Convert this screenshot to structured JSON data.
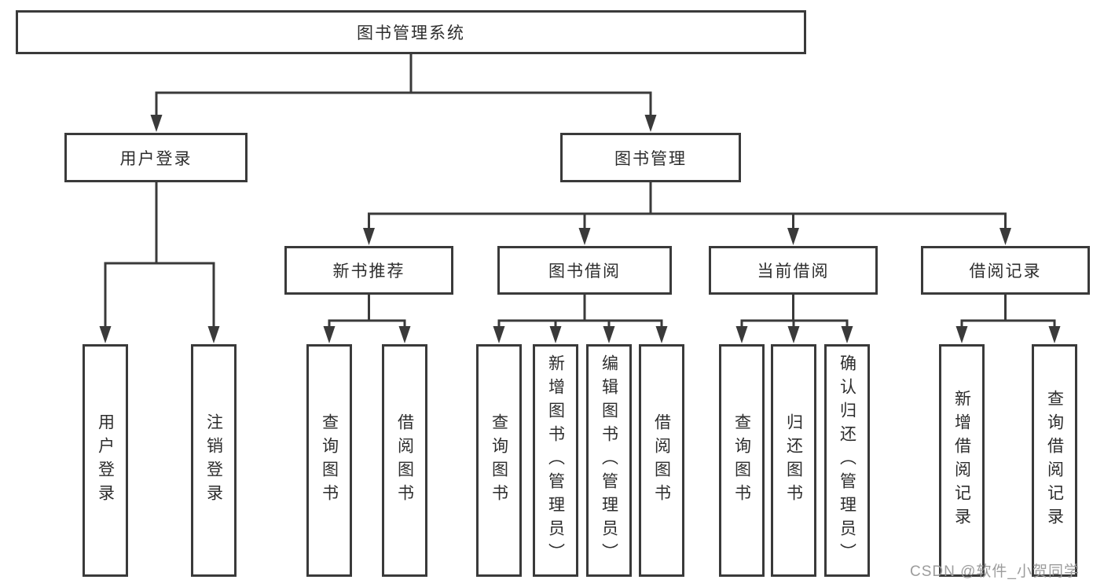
{
  "page": {
    "background": "#ffffff"
  },
  "colors": {
    "connector_line": "#3a3a3a",
    "node_border": "#3a3a3a",
    "node_text": "#2d2d2d",
    "watermark_text_color": "#9c9c9c"
  },
  "tree": {
    "label": "图书管理系统",
    "children": [
      {
        "label": "用户登录",
        "children": [
          {
            "label": "用户登录"
          },
          {
            "label": "注销登录"
          }
        ]
      },
      {
        "label": "图书管理",
        "children": [
          {
            "label": "新书推荐",
            "children": [
              {
                "label": "查询图书"
              },
              {
                "label": "借阅图书"
              }
            ]
          },
          {
            "label": "图书借阅",
            "children": [
              {
                "label": "查询图书"
              },
              {
                "label": "新增图书（管理员）"
              },
              {
                "label": "编辑图书（管理员）"
              },
              {
                "label": "借阅图书"
              }
            ]
          },
          {
            "label": "当前借阅",
            "children": [
              {
                "label": "查询图书"
              },
              {
                "label": "归还图书"
              },
              {
                "label": "确认归还（管理员）"
              }
            ]
          },
          {
            "label": "借阅记录",
            "children": [
              {
                "label": "新增借阅记录"
              },
              {
                "label": "查询借阅记录"
              }
            ]
          }
        ]
      }
    ]
  },
  "watermark": {
    "text": "CSDN @软件_小贺同学"
  }
}
